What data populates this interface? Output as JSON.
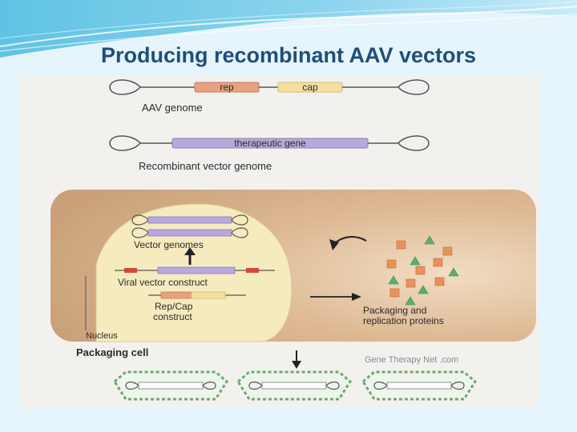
{
  "slide": {
    "title": "Producing recombinant AAV vectors"
  },
  "figure": {
    "aav_genome": {
      "rep_label": "rep",
      "cap_label": "cap",
      "caption": "AAV genome"
    },
    "vector_genome": {
      "gene_label": "therapeutic gene",
      "caption": "Recombinant vector genome"
    },
    "cell": {
      "vector_genomes_label": "Vector genomes",
      "viral_construct_label": "Viral vector construct",
      "repcap_label_line1": "Rep/Cap",
      "repcap_label_line2": "construct",
      "proteins_label_line1": "Packaging and",
      "proteins_label_line2": "replication proteins",
      "nucleus_label": "Nucleus",
      "packaging_cell_label": "Packaging cell"
    },
    "credit": "Gene Therapy Net .com"
  },
  "colors": {
    "title": "#1f4e79",
    "rep": "#e6a27e",
    "cap": "#f3e0a0",
    "gene": "#b7a9d9",
    "cell_bg": "#d9b48c",
    "nucleus": "#f6ebbe",
    "protein_square": "#e8925a",
    "protein_triangle": "#5cae6a",
    "virion": "#6ea96d"
  }
}
